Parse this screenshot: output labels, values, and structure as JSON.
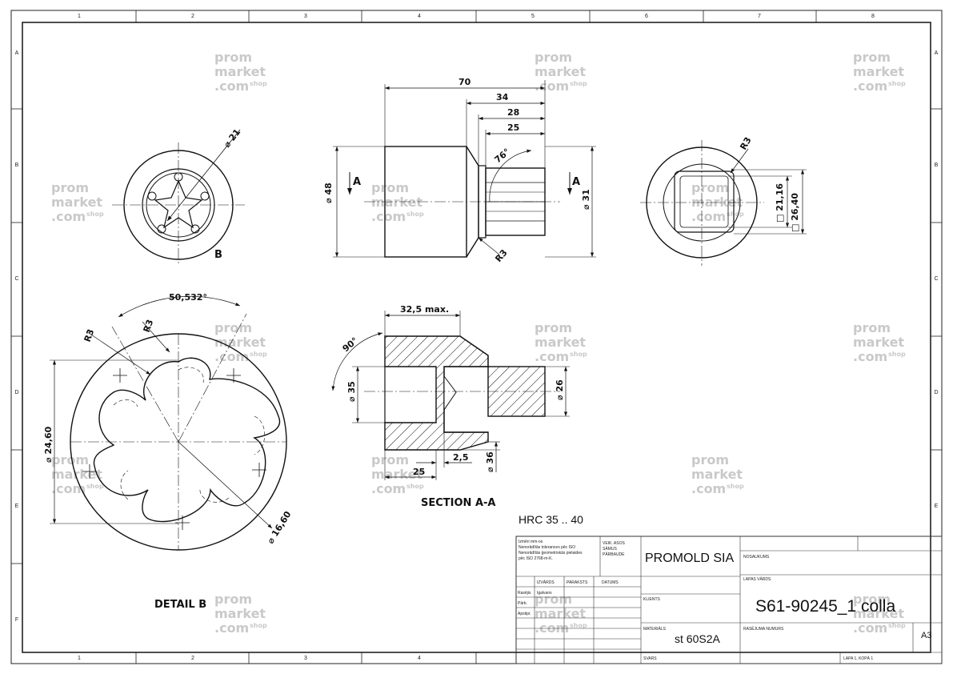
{
  "zones": {
    "columns": [
      "1",
      "2",
      "3",
      "4",
      "5",
      "6",
      "7",
      "8"
    ],
    "rows": [
      "A",
      "B",
      "C",
      "D",
      "E",
      "F"
    ]
  },
  "watermark": {
    "line1": "prom",
    "line2": "market",
    "line3": ".com",
    "suffix": "shop"
  },
  "front_view": {
    "ref_label": "B",
    "dimensions": [
      "⌀ 21"
    ]
  },
  "side_view": {
    "section_marker_left": "A",
    "section_marker_right": "A",
    "dimensions": [
      "70",
      "34",
      "28",
      "25",
      "76°",
      "⌀ 48",
      "⌀ 31",
      "R3"
    ]
  },
  "right_view": {
    "dimensions": [
      "R3",
      "□ 21,16",
      "□ 26,40"
    ]
  },
  "detail_b": {
    "title": "DETAIL B",
    "dimensions": [
      "50,532°",
      "R3",
      "R3",
      "⌀ 24,60",
      "⌀ 16,60"
    ]
  },
  "section_aa": {
    "title": "SECTION A-A",
    "dimensions": [
      "32,5 max.",
      "90°",
      "⌀ 35",
      "⌀ 26",
      "2,5",
      "⌀ 36",
      "25"
    ]
  },
  "note": "HRC 35 .. 40",
  "title_block": {
    "notes_text": [
      "Izmēri mm-os",
      "Nenorādītās tolerances pēc ISO",
      "Nenorādītās ģeometriskās pielaides",
      "pēc ISO 2768-m-K."
    ],
    "check_labels": [
      "VEIK. ASOS",
      "SĀMUS",
      "PĀRBAUDE"
    ],
    "company": "PROMOLD SIA",
    "header_cols": [
      "IZVĀRDS",
      "PARAKSTS",
      "DATUMS"
    ],
    "row_labels": [
      "Rasējis",
      "Pārb.",
      "Apstipr."
    ],
    "row_name": "Igalvans",
    "field_labels": {
      "title": "NOSAUKUMS",
      "sheet_name": "LAPAS VĀRDS",
      "material": "MATERIĀLS",
      "drawing_number": "RASĒJUMA NUMURS",
      "weight": "SVARS",
      "client": "KLIENTS"
    },
    "part_name": "S61-90245_1 colla",
    "material": "st 60S2A",
    "format": "A3",
    "sheet": "LAPA 1, KOPĀ 1"
  }
}
